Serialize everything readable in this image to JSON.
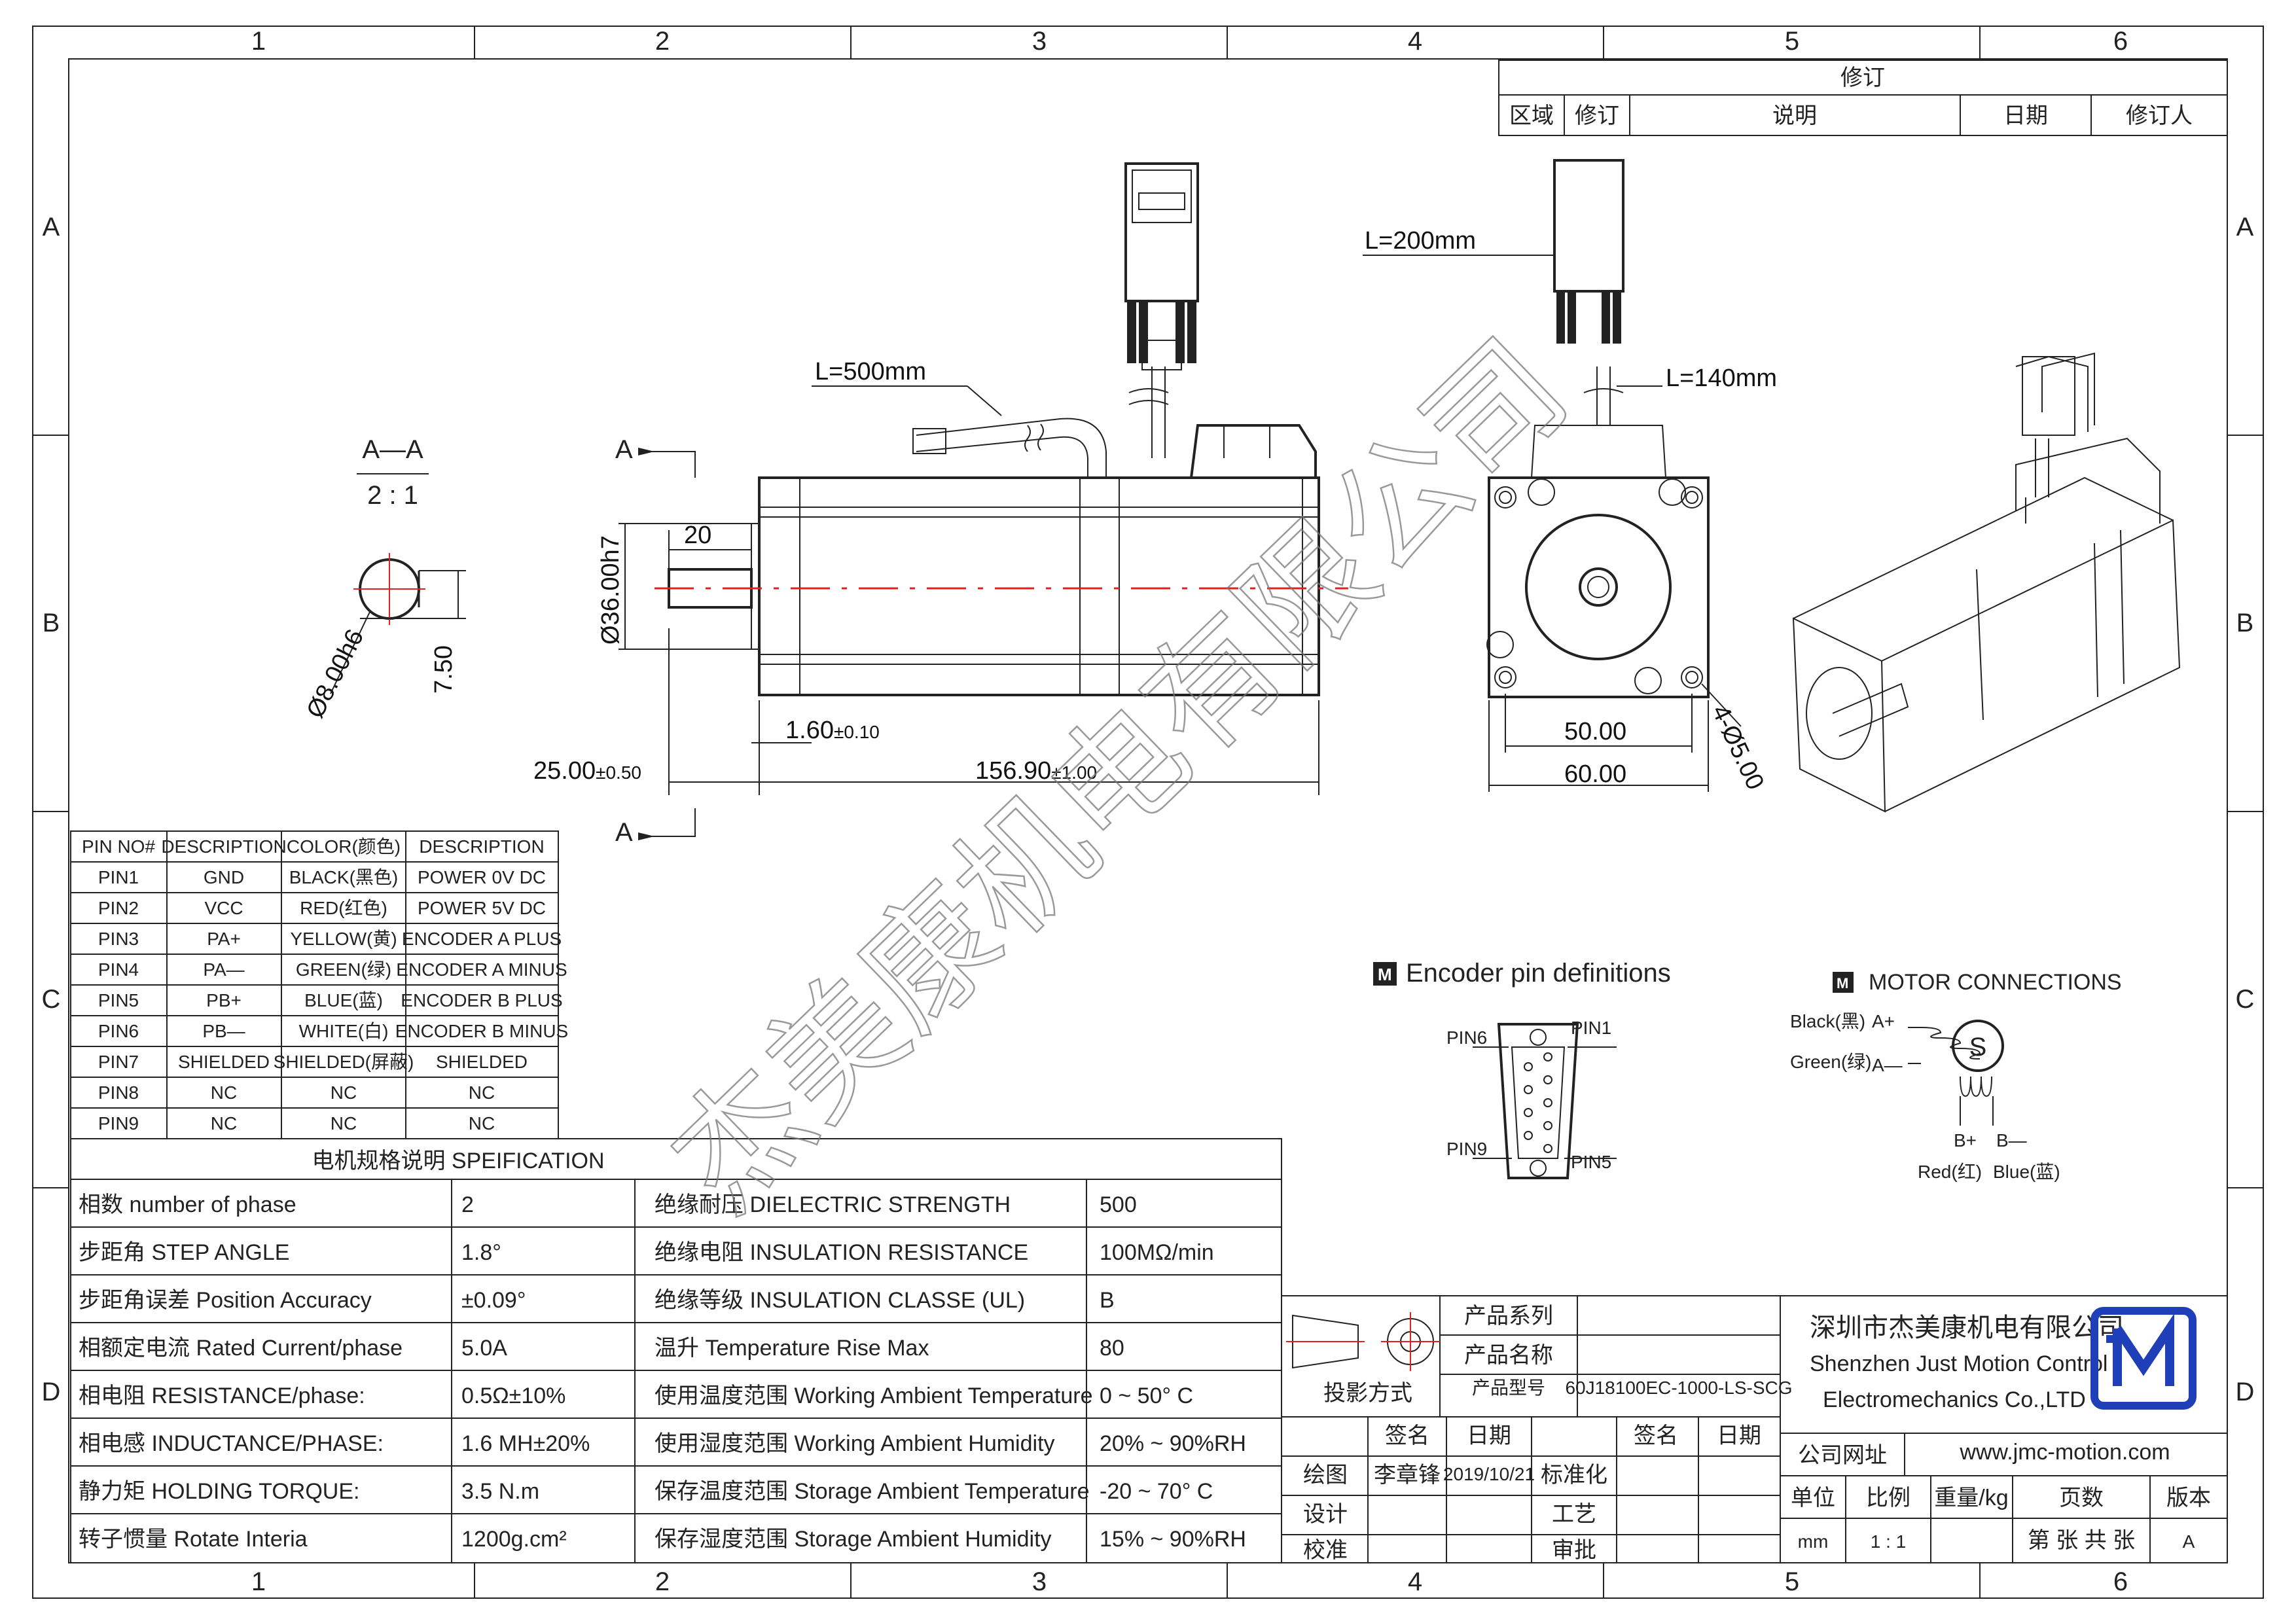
{
  "border": {
    "cols": [
      "1",
      "2",
      "3",
      "4",
      "5",
      "6"
    ],
    "rows": [
      "A",
      "B",
      "C",
      "D"
    ]
  },
  "revision": {
    "title": "修订",
    "headers": [
      "区域",
      "修订",
      "说明",
      "日期",
      "修订人"
    ]
  },
  "section": {
    "name": "A—A",
    "scale": "2 : 1",
    "cut_label": "A"
  },
  "dims": {
    "shaft_dia": "Ø8.00h6",
    "flat": "7.50",
    "pilot_dia": "Ø36.00h7",
    "shaft_len_short": "20",
    "pilot_depth": "1.60",
    "pilot_depth_tol": "±0.10",
    "shaft_len": "25.00",
    "shaft_len_tol": "±0.50",
    "body_len": "156.90",
    "body_len_tol": "±1.00",
    "cable1": "L=500mm",
    "cable2": "L=200mm",
    "cable3": "L=140mm",
    "hole_spacing": "50.00",
    "flange": "60.00",
    "holes": "4-Ø5.00"
  },
  "pin_table": {
    "headers": [
      "PIN NO#",
      "DESCRIPTION",
      "COLOR(颜色)",
      "DESCRIPTION"
    ],
    "rows": [
      [
        "PIN1",
        "GND",
        "BLACK(黑色)",
        "POWER 0V DC"
      ],
      [
        "PIN2",
        "VCC",
        "RED(红色)",
        "POWER 5V DC"
      ],
      [
        "PIN3",
        "PA+",
        "YELLOW(黄)",
        "ENCODER A PLUS"
      ],
      [
        "PIN4",
        "PA—",
        "GREEN(绿)",
        "ENCODER A MINUS"
      ],
      [
        "PIN5",
        "PB+",
        "BLUE(蓝)",
        "ENCODER B PLUS"
      ],
      [
        "PIN6",
        "PB—",
        "WHITE(白)",
        "ENCODER B MINUS"
      ],
      [
        "PIN7",
        "SHIELDED",
        "SHIELDED(屏蔽)",
        "SHIELDED"
      ],
      [
        "PIN8",
        "NC",
        "NC",
        "NC"
      ],
      [
        "PIN9",
        "NC",
        "NC",
        "NC"
      ]
    ]
  },
  "spec": {
    "title": "电机规格说明 SPEIFICATION",
    "rows": [
      [
        "相数 number of phase",
        "2",
        "绝缘耐压 DIELECTRIC STRENGTH",
        "500"
      ],
      [
        "步距角 STEP ANGLE",
        "1.8°",
        "绝缘电阻 INSULATION RESISTANCE",
        "100MΩ/min"
      ],
      [
        "步距角误差 Position Accuracy",
        "±0.09°",
        "绝缘等级 INSULATION CLASSE (UL)",
        "B"
      ],
      [
        "相额定电流 Rated Current/phase",
        "5.0A",
        "温升 Temperature Rise Max",
        "80"
      ],
      [
        "相电阻 RESISTANCE/phase:",
        "0.5Ω±10%",
        "使用温度范围 Working Ambient Temperature",
        "0 ~ 50° C"
      ],
      [
        "相电感 INDUCTANCE/PHASE:",
        "1.6 MH±20%",
        "使用湿度范围 Working Ambient Humidity",
        "20% ~ 90%RH"
      ],
      [
        "静力矩 HOLDING TORQUE:",
        "3.5 N.m",
        "保存温度范围 Storage Ambient Temperature",
        "-20 ~ 70° C"
      ],
      [
        "转子惯量 Rotate Interia",
        "1200g.cm²",
        "保存湿度范围 Storage Ambient Humidity",
        "15% ~ 90%RH"
      ]
    ]
  },
  "encoder": {
    "title": "Encoder pin definitions",
    "pins": [
      "PIN6",
      "PIN1",
      "PIN9",
      "PIN5"
    ]
  },
  "motor_conn": {
    "title": "MOTOR CONNECTIONS",
    "black": "Black(黑)",
    "a_plus": "A+",
    "green": "Green(绿)",
    "a_minus": "A—",
    "center": "S",
    "b_plus": "B+",
    "b_minus": "B—",
    "red": "Red(红)",
    "blue": "Blue(蓝)"
  },
  "title_block": {
    "projection": "投影方式",
    "series_label": "产品系列",
    "name_label": "产品名称",
    "model_label": "产品型号",
    "model": "60J18100EC-1000-LS-SCG",
    "sign": "签名",
    "date": "日期",
    "draw": "绘图",
    "drawer": "李章锋",
    "draw_date": "2019/10/21",
    "standard": "标准化",
    "design": "设计",
    "process": "工艺",
    "check": "校准",
    "approve": "审批",
    "company_cn": "深圳市杰美康机电有限公司",
    "company_en1": "Shenzhen Just Motion Control",
    "company_en2": "Electromechanics Co.,LTD",
    "website_label": "公司网址",
    "website": "www.jmc-motion.com",
    "unit_label": "单位",
    "scale_label": "比例",
    "weight_label": "重量/kg",
    "pages_label": "页数",
    "version_label": "版本",
    "unit": "mm",
    "scale": "1 : 1",
    "pages": "第 张 共 张",
    "version": "A"
  },
  "watermark": "杰美康机电有限公司"
}
